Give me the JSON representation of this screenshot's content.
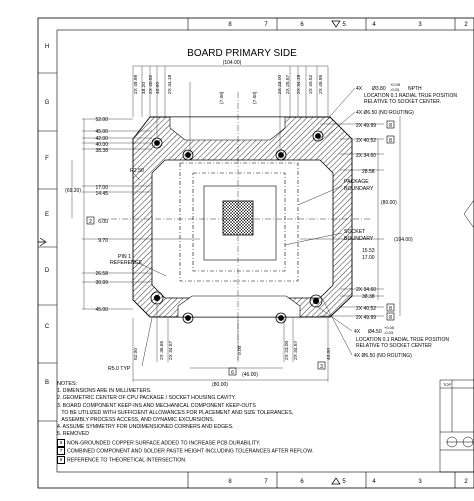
{
  "title": "BOARD PRIMARY SIDE",
  "border": {
    "top_cols": [
      "8",
      "7",
      "6",
      "5",
      "4",
      "3",
      "2"
    ],
    "bottom_cols": [
      "8",
      "7",
      "6",
      "5",
      "4",
      "3",
      "2"
    ],
    "left_rows": [
      "H",
      "G",
      "F",
      "E",
      "D",
      "C",
      "B"
    ]
  },
  "dims_top": [
    "2X 49.99",
    "48.20",
    "2X 40.52",
    "40.00",
    "2X 34.18",
    "2X 23.00",
    "2X 25.57",
    "2X 34.18",
    "2X 40.52",
    "2X 49.99"
  ],
  "dims_left": [
    "52.00",
    "45.00",
    "42.00",
    "40.00",
    "38.38",
    "17.00",
    "14.45",
    "6.00",
    "9.70",
    "26.58",
    "30.99",
    "45.00"
  ],
  "dims_left_paren": "(69.20)",
  "dims_top_paren": "(104.00)",
  "dim_chain_7": [
    "(7.00)",
    "(7.00)"
  ],
  "dims_right": [
    "2X 49.99",
    "2X 40.52",
    "2X 34.60",
    "28.58",
    "15.53",
    "17.00",
    "2X 34.60",
    "38.38",
    "2X 40.52",
    "2X 49.99"
  ],
  "dims_right_paren": [
    "(80.00)",
    "(104.00)"
  ],
  "dims_bottom": [
    "52.00",
    "2X 36.65",
    "2X 34.57",
    "0.00",
    "2X 23.00",
    "2X 34.57",
    "40.00"
  ],
  "dims_bottom_paren": [
    "(80.00)",
    "(46.00)"
  ],
  "left_dim_box": "2",
  "callouts": {
    "hole_top_code": "4X",
    "hole_top_dia": "Ø3.80",
    "hole_top_tol": [
      "+0.05",
      "-0.03"
    ],
    "hole_top_npth": "NPTH",
    "hole_top_loc": "LOCATION 0.1 RADIAL TRUE POSITION",
    "hole_top_rel": "RELATIVE TO SOCKET CENTER.",
    "keepout_top": "4X  Ø6.50  (NO ROUTING)",
    "hole_bot_code": "4X",
    "hole_bot_dia": "Ø4.50",
    "hole_bot_tol": [
      "+0.05",
      "-0.03"
    ],
    "hole_bot_loc": "LOCATION 0.1 RADIAL TRUE POSITION",
    "hole_bot_rel": "RELATIVE TO SOCKET CENTER",
    "keepout_bot": "4X  Ø6.50  (NO ROUTING)",
    "r250": "R2.50",
    "r50": "R5.0  TYP",
    "pin1": "PIN 1",
    "reference": "REFERENCE",
    "package_boundary": [
      "PACKAGE",
      "BOUNDARY"
    ],
    "socket_boundary": [
      "SOCKET",
      "BOUNDARY"
    ],
    "note_box_8": "8",
    "note_box_6": "6",
    "note_box_3": "3"
  },
  "notes": {
    "heading": "NOTES:",
    "items": [
      {
        "num": "1.",
        "text": "DIMENSIONS ARE IN MILLIMETERS."
      },
      {
        "num": "2.",
        "text": "GEOMETRIC CENTER OF CPU PACKAGE / SOCKET HOUSING CAVITY."
      },
      {
        "num": "3.",
        "text": "BOARD COMPONENT KEEP-INS AND MECHANICAL COMPONENT KEEP-OUTS"
      },
      {
        "num": "",
        "text": "TO BE UTILIZED WITH SUFFICIENT ALLOWANCES FOR PLACEMENT AND SIZE TOLERANCES,"
      },
      {
        "num": "",
        "text": "ASSEMBLY PROCESS  ACCESS, AND DYNAMIC EXCURSIONS."
      },
      {
        "num": "4.",
        "text": "ASSUME SYMMETRY FOR UNDIMENSIONED CORNERS AND EDGES."
      },
      {
        "num": "5.",
        "text": "REMOVED"
      },
      {
        "num": "6",
        "text": "NON-GROUNDED COPPER SURFACE ADDED TO INCREASE PCB DURABILITY.",
        "boxed": true
      },
      {
        "num": "7",
        "text": "COMBINED COMPONENT AND SOLDER PASTE HEIGHT INCLUDING TOLERANCES AFTER REFLOW.",
        "boxed": true
      },
      {
        "num": "8",
        "text": "REFERENCE TO THEORETICAL INTERSECTION.",
        "boxed": true
      }
    ]
  },
  "titleblock": {
    "top": "TOP"
  }
}
